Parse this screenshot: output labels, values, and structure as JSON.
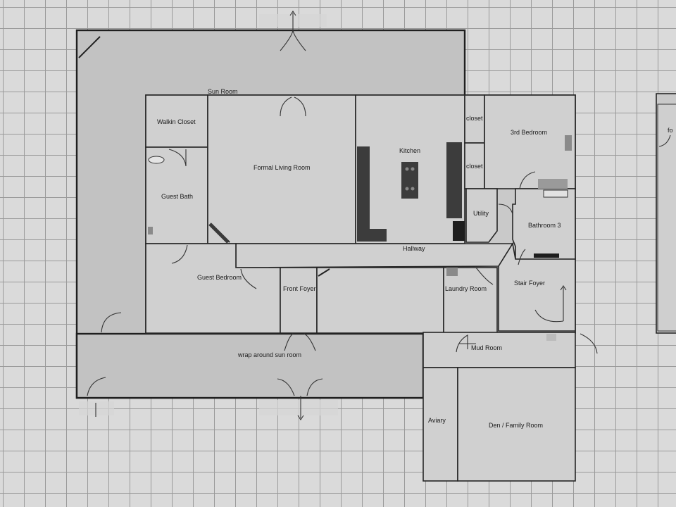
{
  "rooms": {
    "sun_room": "Sun Room",
    "walkin_closet": "Walkin Closet",
    "formal_living_room": "Formal Living Room",
    "kitchen": "Kitchen",
    "closet_1": "closet",
    "closet_2": "closet",
    "third_bedroom": "3rd Bedroom",
    "guest_bath": "Guest Bath",
    "utility": "Utility",
    "bathroom_3": "Bathroom 3",
    "hallway": "Hallway",
    "guest_bedroom": "Guest Bedroom",
    "front_foyer": "Front Foyer",
    "laundry_room": "Laundry Room",
    "stair_foyer": "Stair Foyer",
    "mud_room": "Mud Room",
    "wrap_around_sun_room": "wrap around sun room",
    "aviary": "Aviary",
    "den_family_room": "Den / Family Room",
    "fo_cut": "fo"
  }
}
